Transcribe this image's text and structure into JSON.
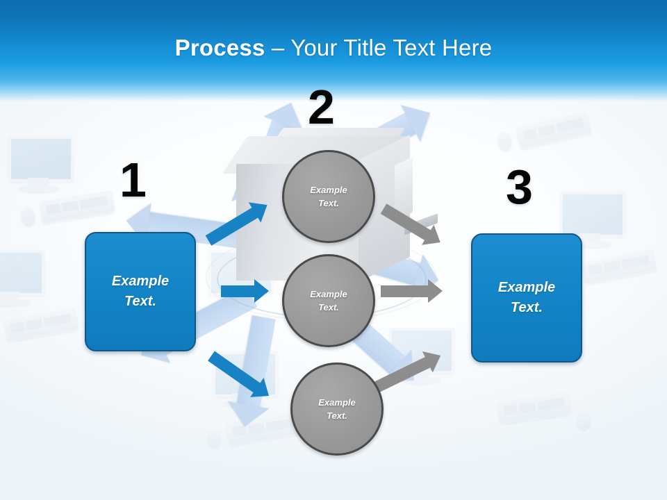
{
  "header": {
    "title_bold": "Process",
    "title_separator": " – ",
    "title_rest": "Your Title Text Here",
    "title_full": "Process – Your Title Text Here",
    "background_color": "#0f7bbd",
    "text_color": "#ffffff"
  },
  "colors": {
    "accent_blue": "#1283c6",
    "box_border": "#14567f",
    "circle_gray": "#999999",
    "circle_border": "#4a4a4a",
    "arrow_blue": "#1782c4",
    "arrow_gray": "#8d8d8d",
    "background_arrow_blue": "#c6dbf2",
    "slide_background": "#f4f9fb"
  },
  "steps": [
    {
      "number": "1",
      "label": "Example Text.",
      "shape": "rounded-rectangle",
      "color": "#1283c6"
    },
    {
      "number": "2",
      "label": "",
      "shape": "server-cube",
      "color": "#dfe3e7"
    },
    {
      "number": "3",
      "label": "Example Text.",
      "shape": "rounded-rectangle",
      "color": "#1283c6"
    }
  ],
  "left_box": {
    "text": "Example Text."
  },
  "right_box": {
    "text": "Example Text."
  },
  "circles": [
    {
      "text": "Example Text."
    },
    {
      "text": "Example Text."
    },
    {
      "text": "Example Text."
    }
  ],
  "connectors": {
    "blue": [
      {
        "name": "left-box-to-circle-1",
        "direction": "up-right",
        "color": "#1782c4"
      },
      {
        "name": "left-box-to-circle-2",
        "direction": "right",
        "color": "#1782c4"
      },
      {
        "name": "left-box-to-circle-3",
        "direction": "down-right",
        "color": "#1782c4"
      }
    ],
    "gray": [
      {
        "name": "circle-1-to-right-box",
        "direction": "down-right",
        "color": "#8d8d8d"
      },
      {
        "name": "circle-2-to-right-box",
        "direction": "right",
        "color": "#8d8d8d"
      },
      {
        "name": "circle-3-to-right-box",
        "direction": "up-right",
        "color": "#8d8d8d"
      }
    ]
  },
  "background": {
    "motif": "faded computer workstations",
    "radiating_arrow_count": 8
  }
}
